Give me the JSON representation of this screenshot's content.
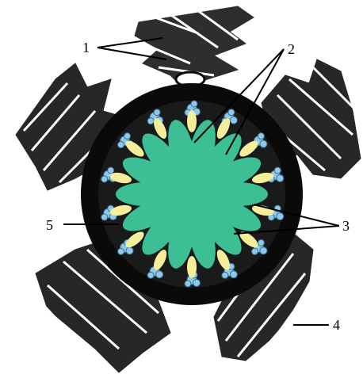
{
  "labels": {
    "l1": "1",
    "l2": "2",
    "l3": "3",
    "l4": "4",
    "l5": "5"
  },
  "colors": {
    "ink": "#0a0a0a",
    "central": "#3dbf96",
    "yellow": "#f4ee9a",
    "blue": "#8ec8ea",
    "background": "#ffffff"
  }
}
